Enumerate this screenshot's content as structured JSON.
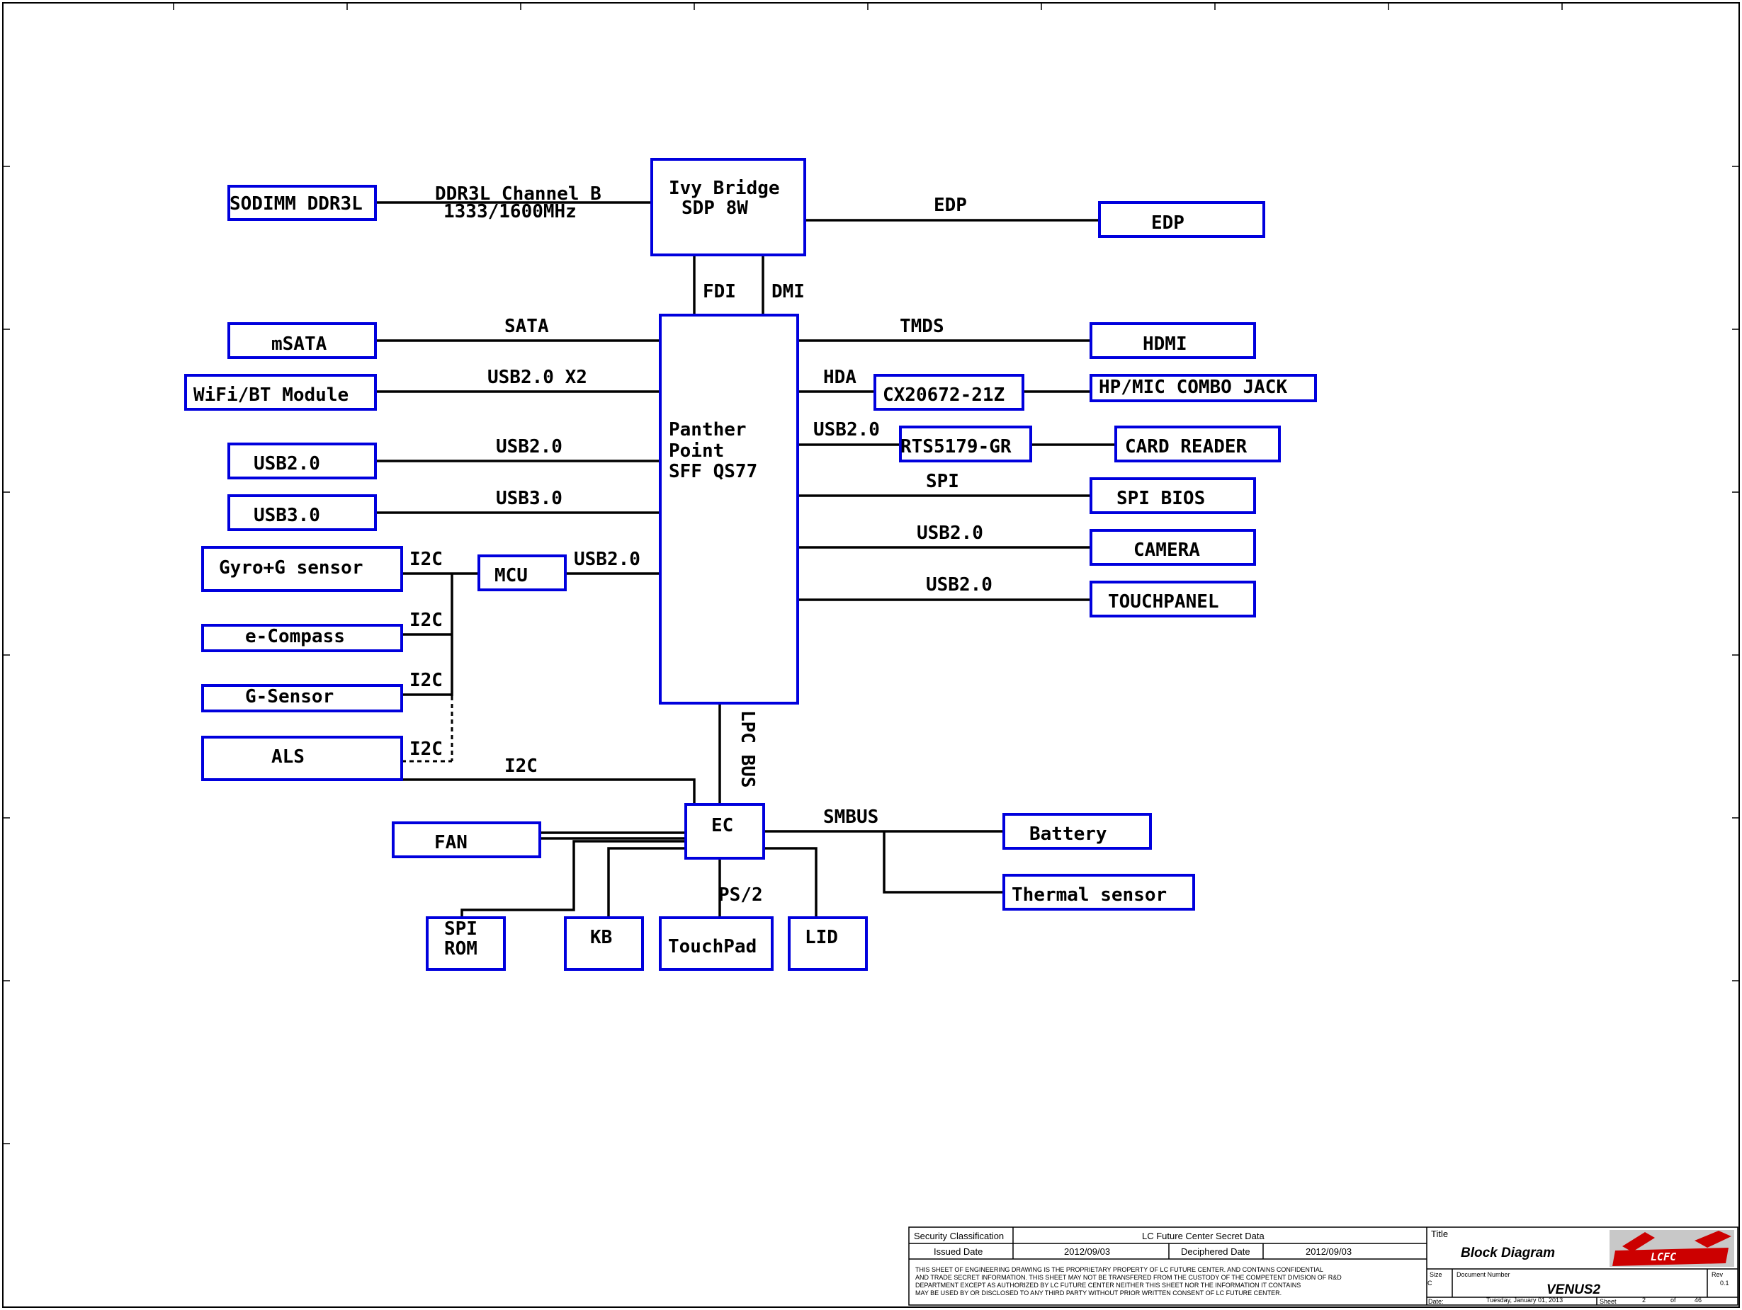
{
  "blocks": {
    "cpu": [
      "Ivy Bridge",
      "SDP 8W"
    ],
    "pch": [
      "Panther",
      "Point",
      "SFF QS77"
    ],
    "sodimm": "SODIMM DDR3L",
    "edp": "EDP",
    "msata": "mSATA",
    "wifi": "WiFi/BT Module",
    "usb20_left": "USB2.0",
    "usb30_left": "USB3.0",
    "gyro": "Gyro+G sensor",
    "mcu": "MCU",
    "ecompass": "e-Compass",
    "gsensor": "G-Sensor",
    "als": "ALS",
    "hdmi": "HDMI",
    "codec": "CX20672-21Z",
    "jack": "HP/MIC COMBO JACK",
    "rts": "RTS5179-GR",
    "cardreader": "CARD READER",
    "spibios": "SPI BIOS",
    "camera": "CAMERA",
    "touchpanel": "TOUCHPANEL",
    "ec": "EC",
    "fan": "FAN",
    "spirom": [
      "SPI",
      "ROM"
    ],
    "kb": "KB",
    "touchpad": "TouchPad",
    "lid": "LID",
    "battery": "Battery",
    "thermal": "Thermal sensor"
  },
  "buses": {
    "ddr": [
      "DDR3L Channel B",
      "1333/1600MHz"
    ],
    "edp": "EDP",
    "fdi": "FDI",
    "dmi": "DMI",
    "sata": "SATA",
    "usb_x2": "USB2.0 X2",
    "usb20_left": "USB2.0",
    "usb30_left": "USB3.0",
    "mcu_usb": "USB2.0",
    "i2c_gyro": "I2C",
    "i2c_ecompass": "I2C",
    "i2c_gsensor": "I2C",
    "i2c_als": "I2C",
    "i2c_ec": "I2C",
    "tmds": "TMDS",
    "hda": "HDA",
    "usb20_rts": "USB2.0",
    "spi": "SPI",
    "usb20_camera": "USB2.0",
    "usb20_touch": "USB2.0",
    "lpc": "LPC BUS",
    "smbus": "SMBUS",
    "ps2": "PS/2"
  },
  "title_block": {
    "security_label": "Security Classification",
    "security_value": "LC Future Center Secret Data",
    "issued_label": "Issued Date",
    "issued_value": "2012/09/03",
    "deciphered_label": "Deciphered Date",
    "deciphered_value": "2012/09/03",
    "notice": [
      "THIS SHEET OF ENGINEERING DRAWING IS THE PROPRIETARY PROPERTY OF  LC FUTURE CENTER. AND CONTAINS CONFIDENTIAL",
      "AND TRADE SECRET INFORMATION. THIS SHEET MAY NOT BE TRANSFERED FROM THE CUSTODY OF THE COMPETENT DIVISION OF R&D",
      "DEPARTMENT EXCEPT AS AUTHORIZED BY LC FUTURE CENTER NEITHER THIS SHEET NOR THE INFORMATION IT CONTAINS",
      "MAY BE USED BY OR DISCLOSED TO ANY THIRD PARTY WITHOUT PRIOR WRITTEN CONSENT OF  LC FUTURE CENTER."
    ],
    "title_label": "Title",
    "title_value": "Block Diagram",
    "logo_text": "LCFC",
    "size_label": "Size",
    "size_value": "C",
    "docnum_label": "Document Number",
    "docnum_value": "VENUS2",
    "rev_label": "Rev",
    "rev_value": "0.1",
    "date_label": "Date:",
    "date_value": "Tuesday, January 01, 2013",
    "sheet_label": "Sheet",
    "sheet_value": "2",
    "of_label": "of",
    "of_value": "46"
  },
  "colors": {
    "box_stroke": "#0000dd",
    "wire": "#000000",
    "logo_red": "#cc0000"
  }
}
